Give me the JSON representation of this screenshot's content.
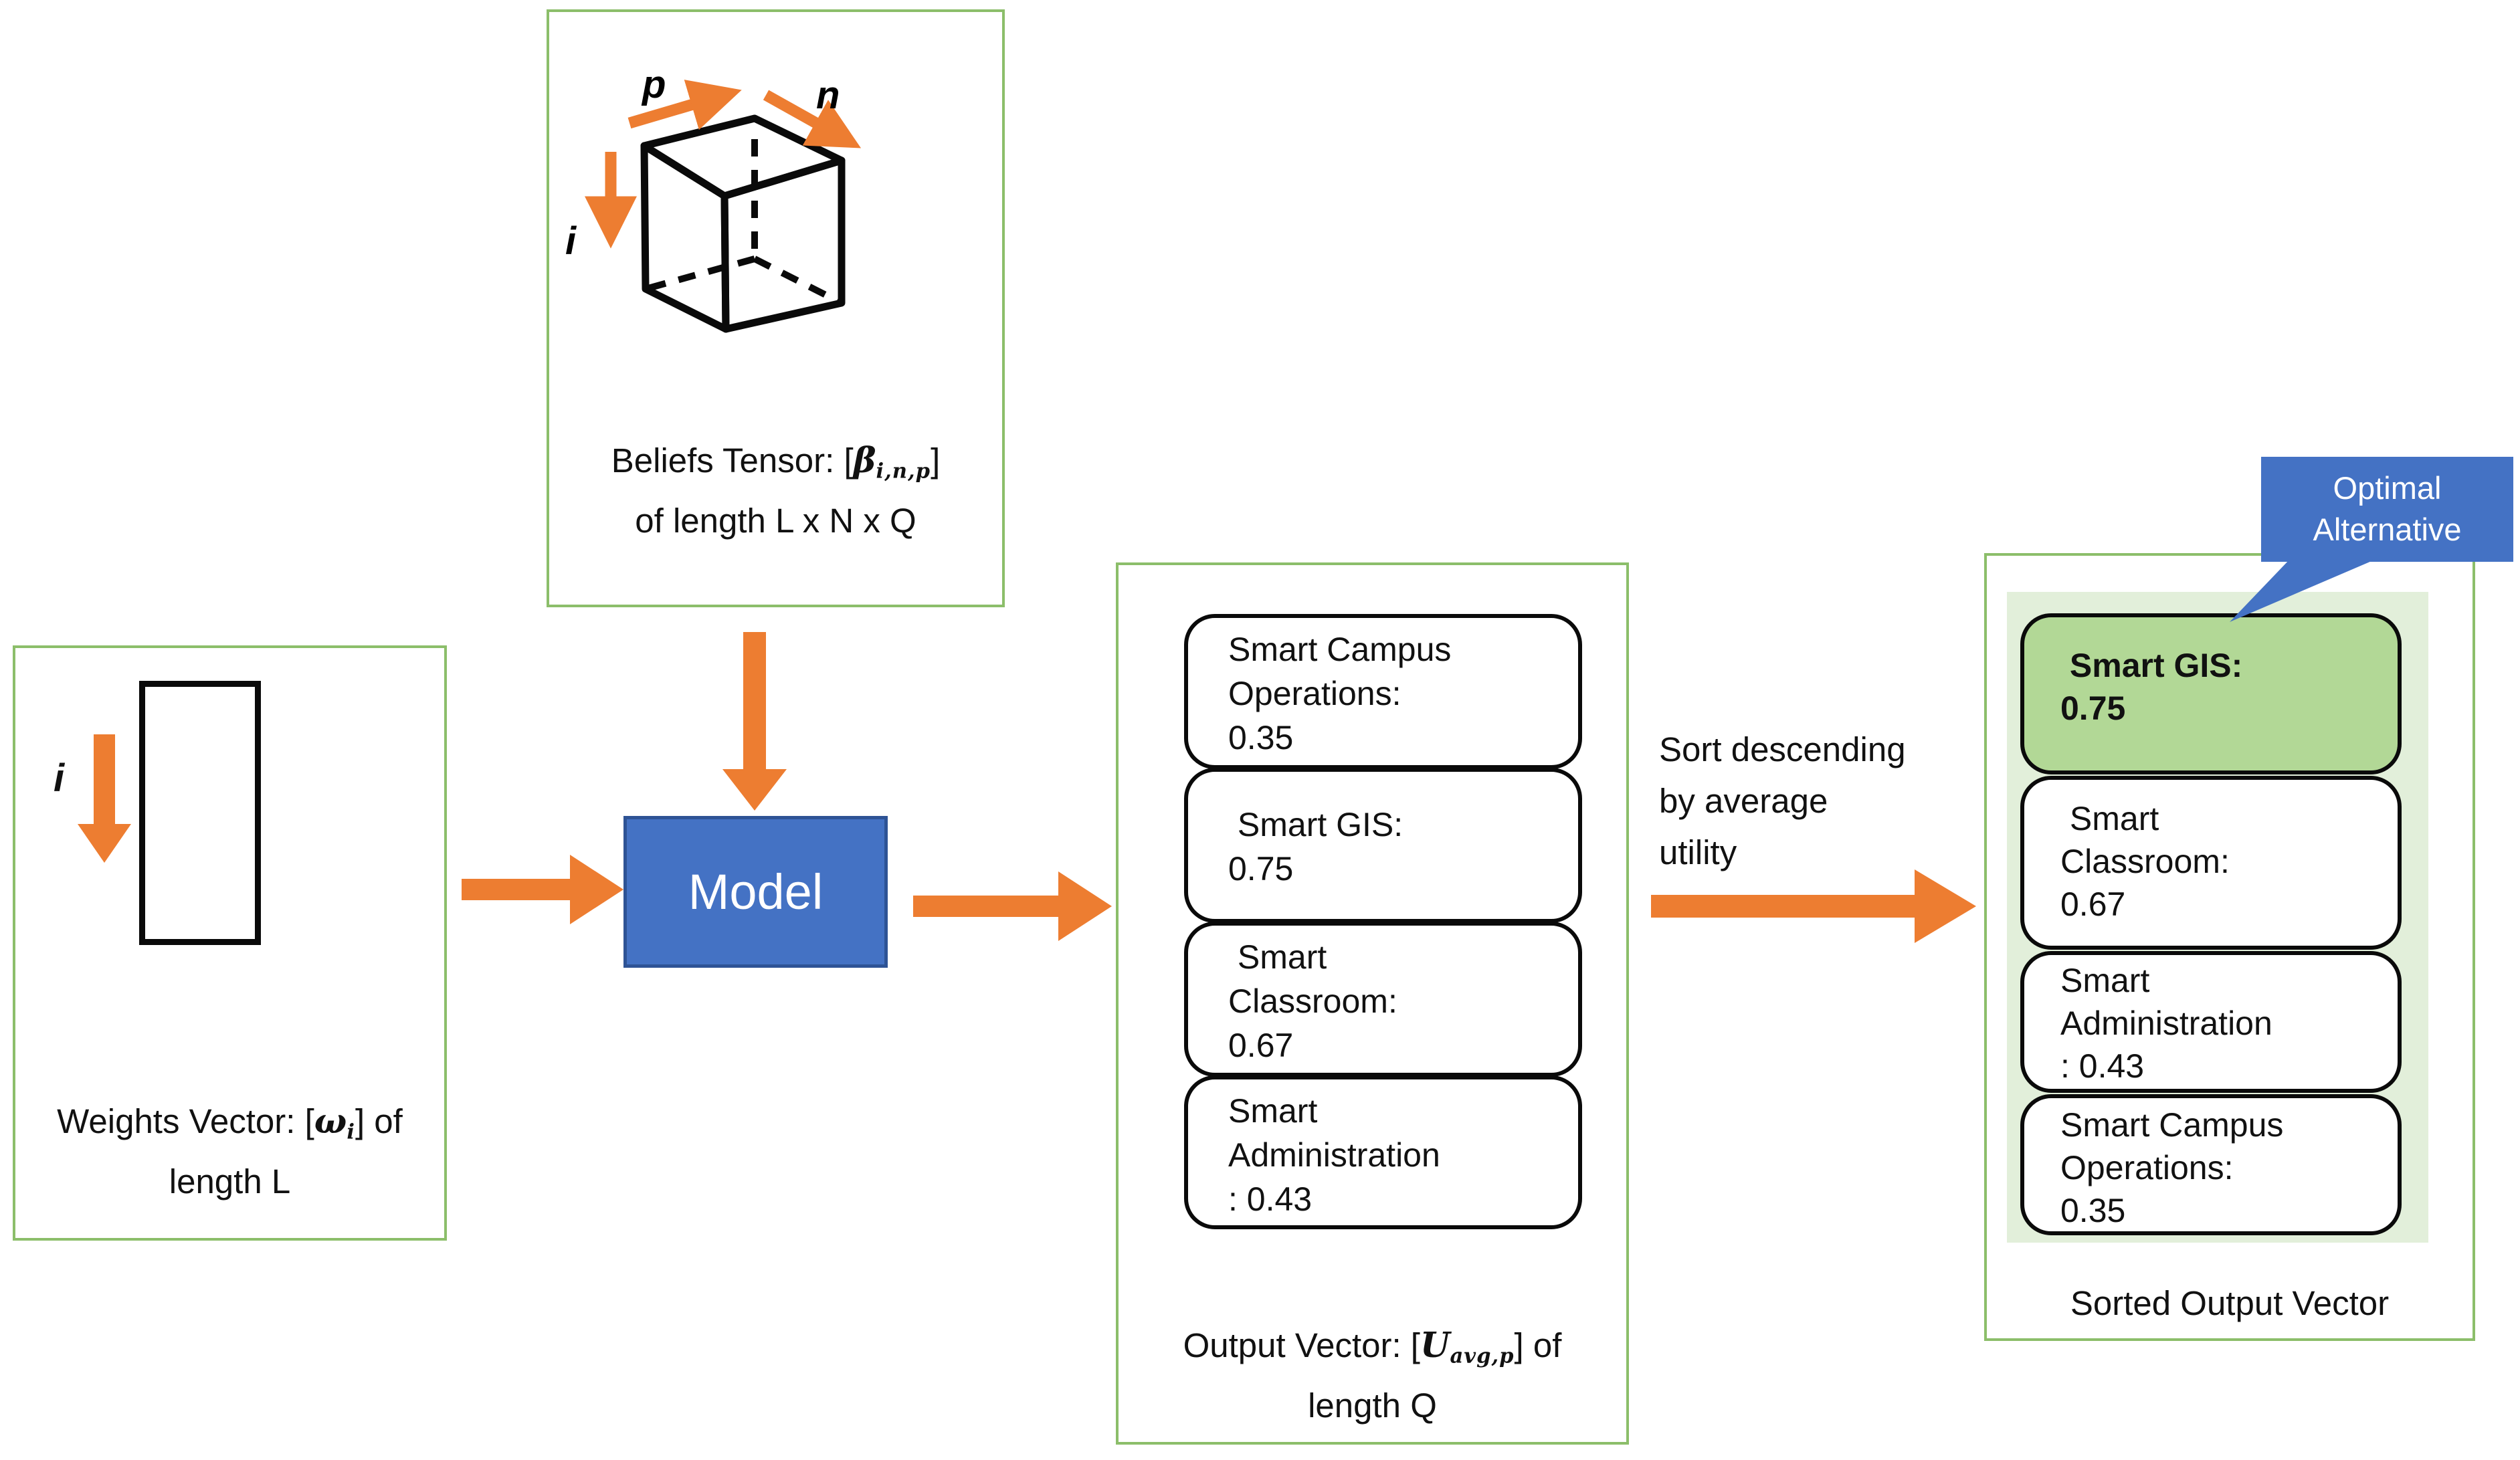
{
  "diagram": {
    "colors": {
      "accent_orange": "#ED7D31",
      "accent_blue": "#4472C4",
      "blue_border": "#2E5395",
      "green_border": "#8CBE6A",
      "green_fill": "#B2D896",
      "pale_green_backdrop": "#E2EFDA"
    },
    "beliefs": {
      "axis_p": "p",
      "axis_n": "n",
      "axis_i": "i",
      "caption_prefix": "Beliefs Tensor: [",
      "caption_symbol": "β",
      "caption_sub": "i,n,p",
      "caption_suffix": "]",
      "caption_line2": "of length L x N x Q"
    },
    "weights": {
      "axis_i": "i",
      "caption_prefix": "Weights Vector: [",
      "caption_symbol": "ω",
      "caption_sub": "i",
      "caption_suffix": "] of",
      "caption_line2": "length L"
    },
    "model": {
      "label": "Model"
    },
    "output_vector": {
      "items": [
        {
          "text": "Smart Campus\nOperations:\n0.35"
        },
        {
          "text": " Smart GIS:\n0.75"
        },
        {
          "text": " Smart\nClassroom:\n0.67"
        },
        {
          "text": "Smart\nAdministration\n: 0.43"
        }
      ],
      "caption_prefix": "Output Vector: [",
      "caption_symbol": "U",
      "caption_sub": "avg,p",
      "caption_suffix": "] of",
      "caption_line2": "length Q"
    },
    "sort_note": "Sort descending\nby average\nutility",
    "sorted_vector": {
      "callout": "Optimal\nAlternative",
      "items": [
        {
          "text": " Smart GIS:\n0.75"
        },
        {
          "text": " Smart\nClassroom:\n0.67"
        },
        {
          "text": "Smart\nAdministration\n: 0.43"
        },
        {
          "text": "Smart Campus\nOperations:\n0.35"
        }
      ],
      "caption": "Sorted Output Vector"
    }
  }
}
